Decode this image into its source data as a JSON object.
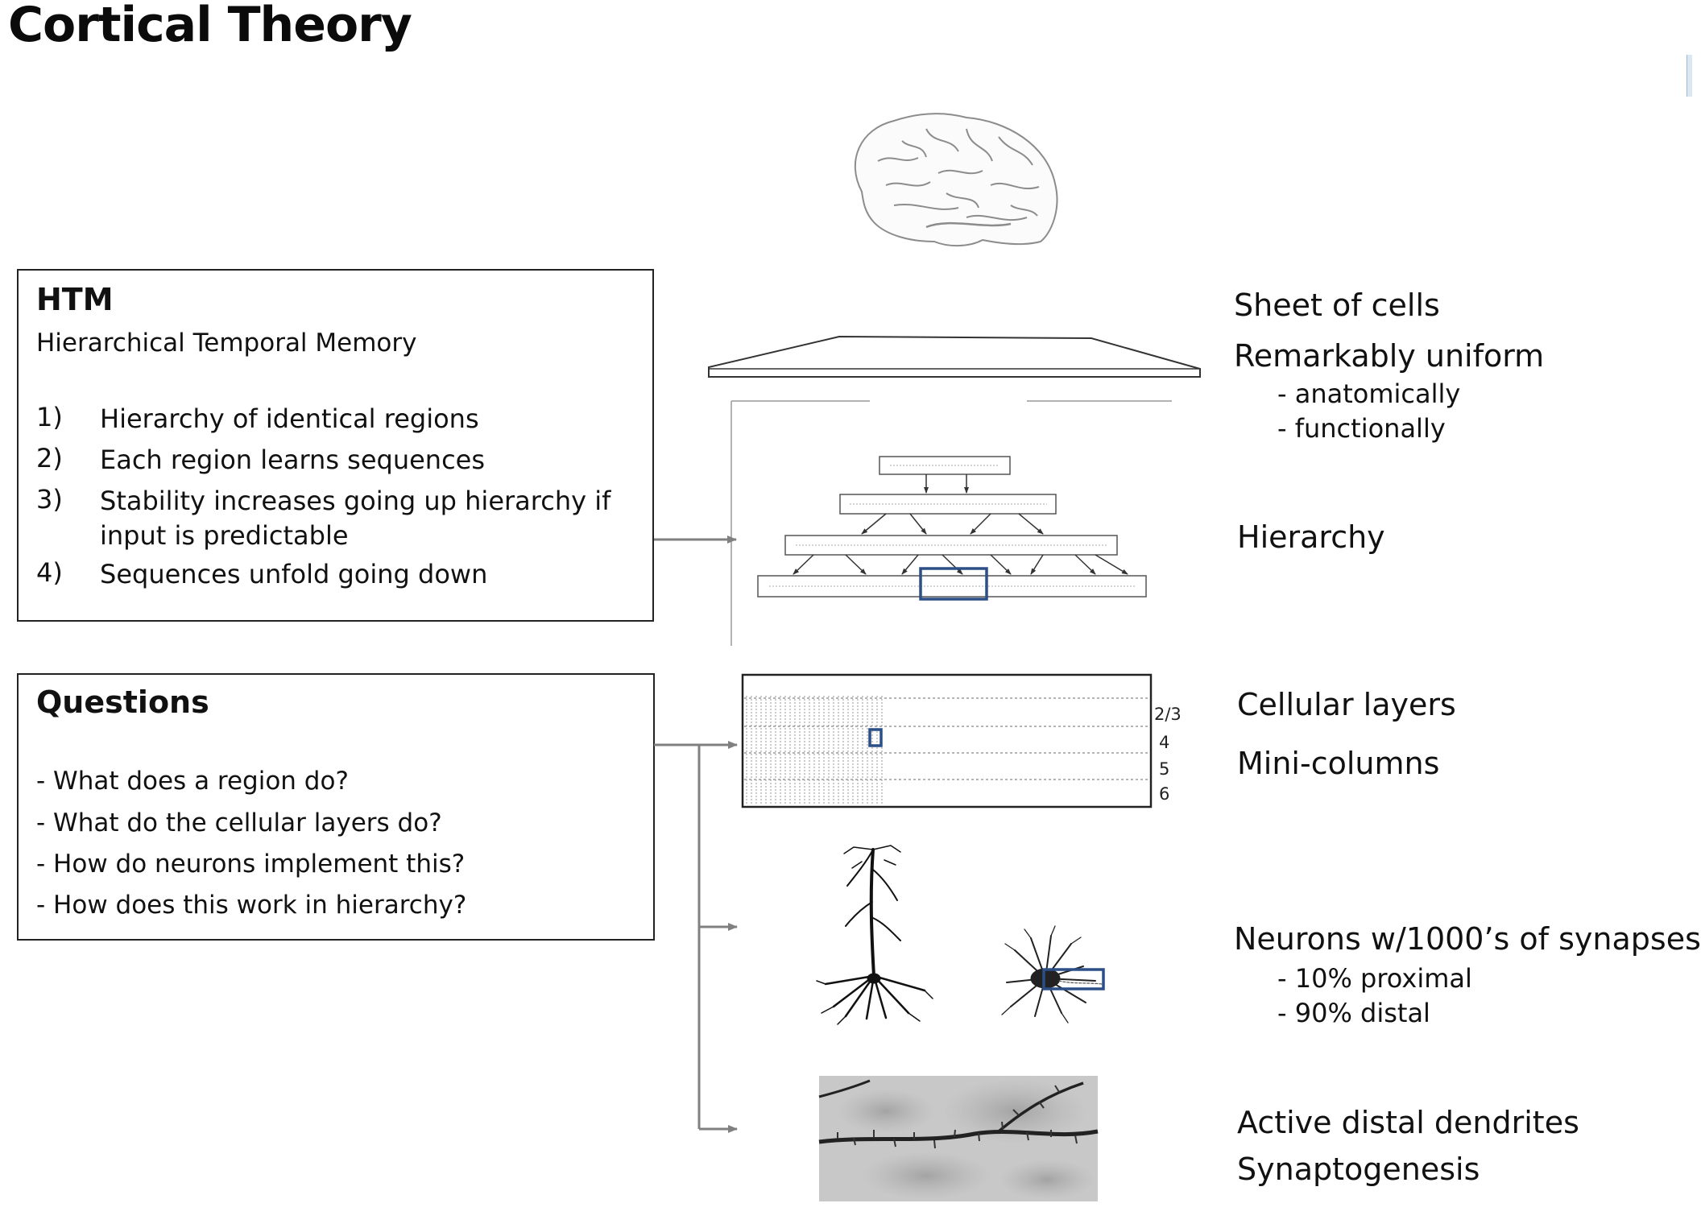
{
  "title": "Cortical Theory",
  "htm": {
    "heading": "HTM",
    "subtitle": "Hierarchical Temporal Memory",
    "items": [
      {
        "num": "1)",
        "text": "Hierarchy of identical regions"
      },
      {
        "num": "2)",
        "text": "Each region learns sequences"
      },
      {
        "num": "3)",
        "text": "Stability increases going up hierarchy if input is predictable"
      },
      {
        "num": "4)",
        "text": "Sequences unfold going down"
      }
    ]
  },
  "questions": {
    "heading": "Questions",
    "items": [
      "- What does a region do?",
      "- What do the cellular layers do?",
      "- How do neurons implement this?",
      "- How does this work in hierarchy?"
    ]
  },
  "right_labels": {
    "sheet": "Sheet of cells",
    "uniform": "Remarkably uniform",
    "uniform_items": [
      "- anatomically",
      "- functionally"
    ],
    "hierarchy": "Hierarchy",
    "cellular_layers": "Cellular layers",
    "mini_columns": "Mini-columns",
    "neurons": "Neurons w/1000’s of synapses",
    "neuron_items": [
      "- 10% proximal",
      "- 90% distal"
    ],
    "dendrites": "Active distal dendrites",
    "synaptogenesis": "Synaptogenesis"
  },
  "layer_labels": [
    "2/3",
    "4",
    "5",
    "6"
  ],
  "icons": {
    "brain": "brain-illustration",
    "neuron": "pyramidal-neuron-drawing",
    "dendrite": "dendrite-micrograph"
  },
  "colors": {
    "highlight": "#2b4f86",
    "arrow": "#808080",
    "ink": "#111111"
  }
}
